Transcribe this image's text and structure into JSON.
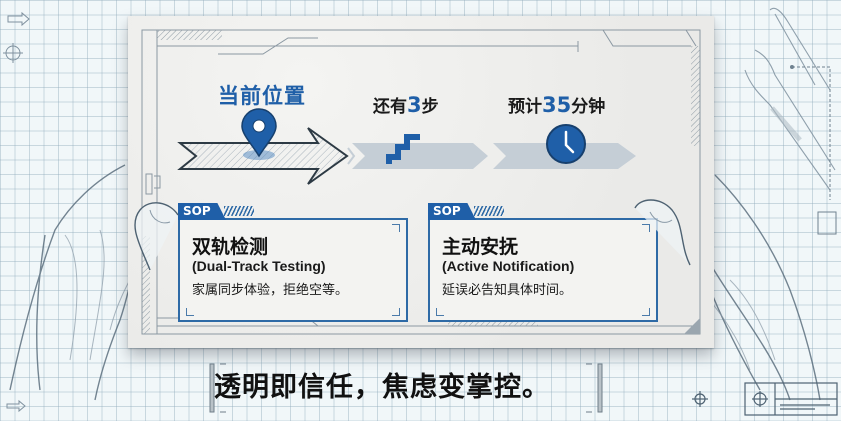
{
  "progress": {
    "current_position_label": "当前位置",
    "steps_prefix": "还有",
    "steps_count": "3",
    "steps_suffix": "步",
    "time_prefix": "预计",
    "time_minutes": "35",
    "time_suffix": "分钟",
    "icons": [
      "map-pin-icon",
      "stairs-icon",
      "clock-icon"
    ]
  },
  "sop_cards": [
    {
      "tag": "SOP",
      "title": "双轨检测",
      "subtitle_en": "(Dual-Track Testing)",
      "description": "家属同步体验，拒绝空等。"
    },
    {
      "tag": "SOP",
      "title": "主动安抚",
      "subtitle_en": "(Active Notification)",
      "description": "延误必告知具体时间。"
    }
  ],
  "slogan": "透明即信任，焦虑变掌控。",
  "colors": {
    "accent_blue": "#1f5fa8",
    "border_blue": "#2e6aa6",
    "arrow_gray": "#c5ced6",
    "grid_bg": "#f1f7f9",
    "card_bg": "#eeeeec"
  }
}
